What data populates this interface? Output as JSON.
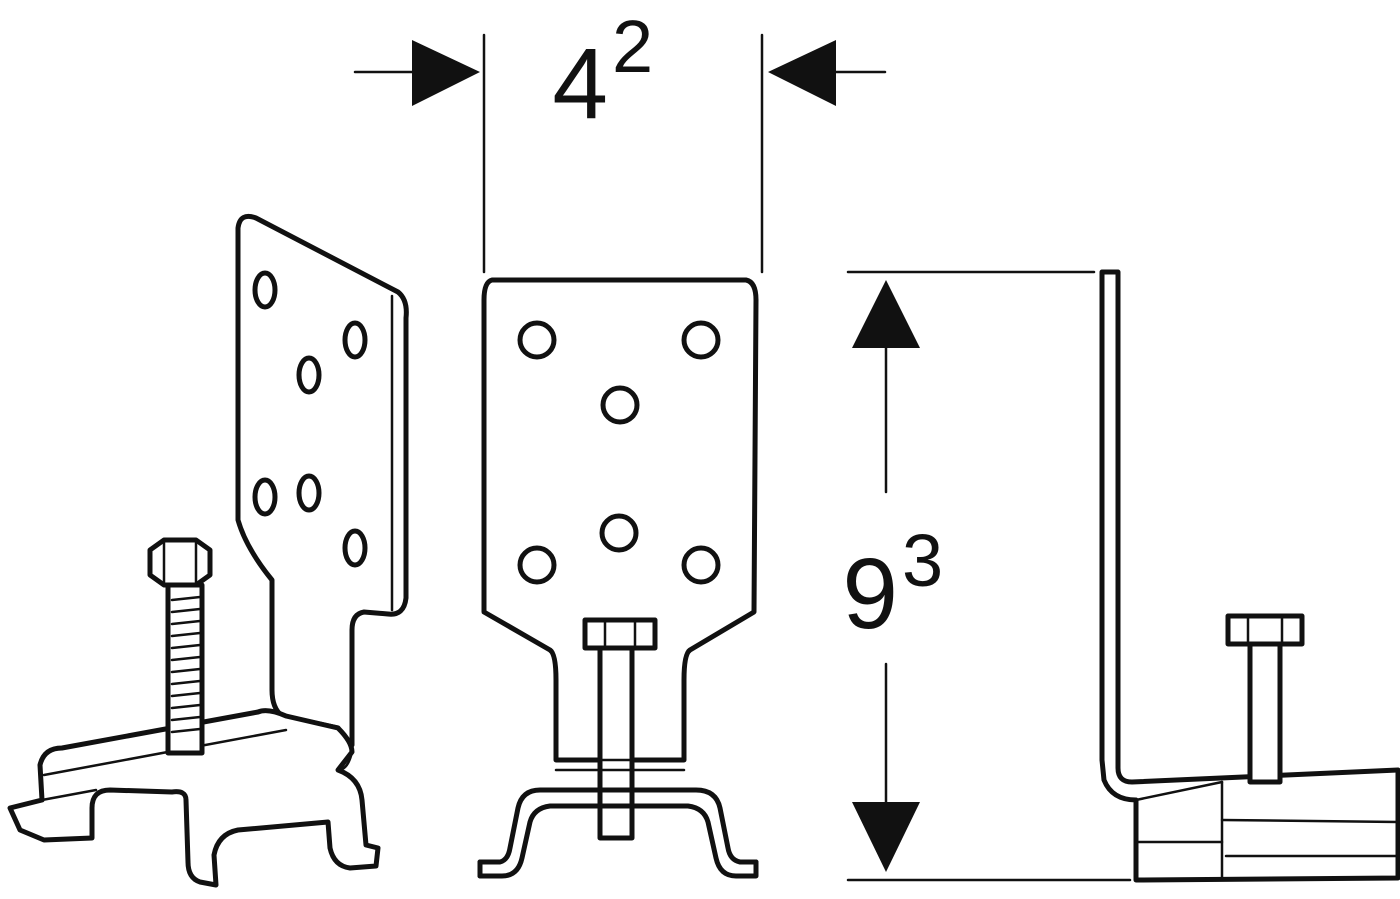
{
  "dimensions": {
    "width": {
      "base": "4",
      "superscript": "2"
    },
    "height": {
      "base": "9",
      "superscript": "3"
    }
  },
  "colors": {
    "line": "#111111",
    "background": "#ffffff"
  }
}
